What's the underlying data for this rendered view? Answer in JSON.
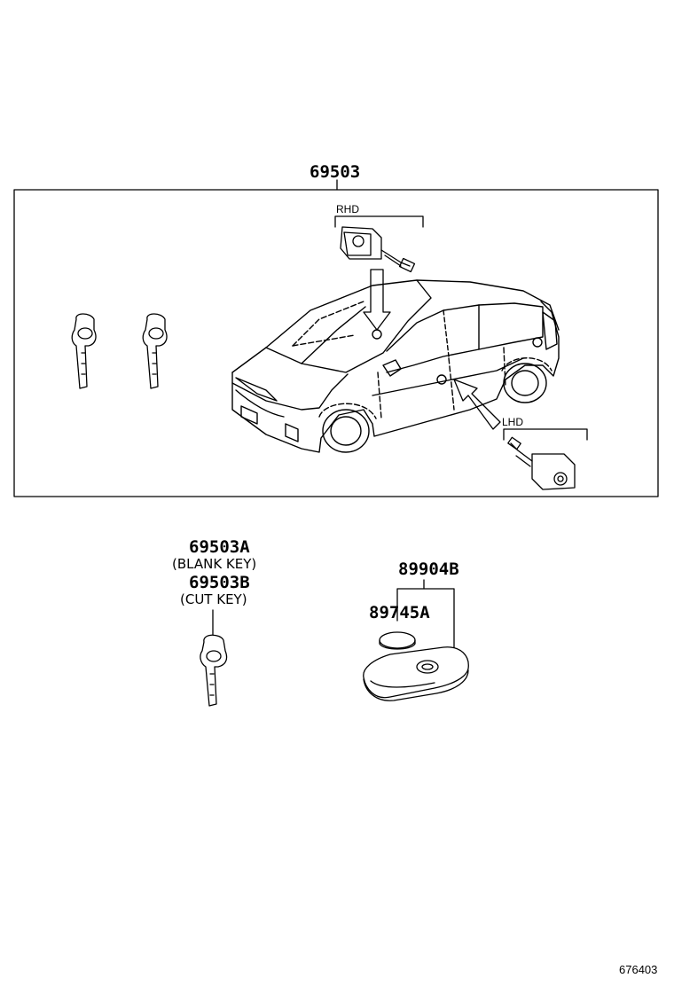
{
  "callouts": {
    "main_assembly": "69503",
    "rhd": "RHD",
    "lhd": "LHD",
    "blank_key_part": "69503A",
    "blank_key_desc": "(BLANK KEY)",
    "cut_key_part": "69503B",
    "cut_key_desc": "(CUT KEY)",
    "remote_part": "89904B",
    "battery_part": "89745A"
  },
  "footer": {
    "document_number": "676403"
  }
}
